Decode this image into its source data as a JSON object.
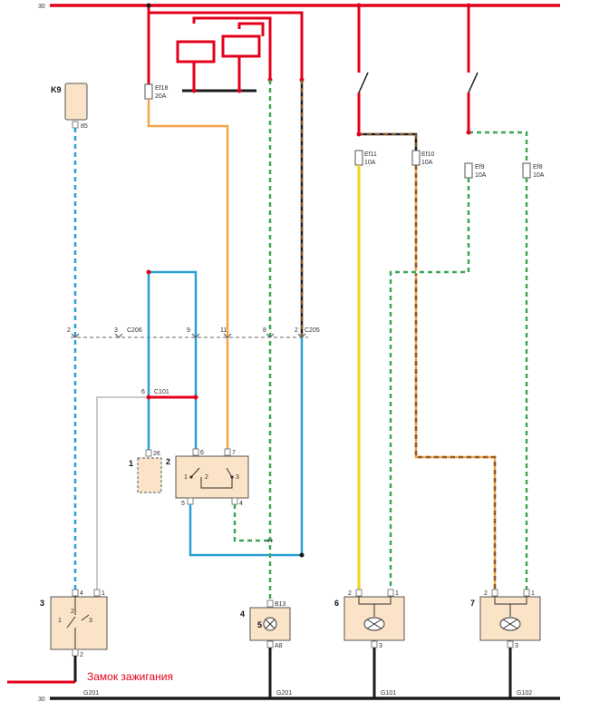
{
  "colors": {
    "red": "#e3001b",
    "black": "#1a1a1a",
    "orange": "#f5a34a",
    "green": "#3aa655",
    "blue": "#2a9fd6",
    "yellow": "#f2d21b",
    "brown": "#8b5a2b",
    "gray": "#b8b8b8",
    "box_fill": "#fbe3c8",
    "box_stroke": "#555555"
  },
  "rails": {
    "top": "30",
    "bottom": "30"
  },
  "relay_label": "K9",
  "relay_pin": "85",
  "fuses": {
    "ef18": {
      "name": "Ef18",
      "rating": "20A"
    },
    "ef11": {
      "name": "Ef11",
      "rating": "10A"
    },
    "ef10": {
      "name": "Ef10",
      "rating": "10A"
    },
    "ef9": {
      "name": "Ef9",
      "rating": "10A"
    },
    "ef8": {
      "name": "Ef8",
      "rating": "10A"
    }
  },
  "connectors": {
    "c206": {
      "name": "C206",
      "pins": [
        "2",
        "3"
      ]
    },
    "c205": {
      "name": "C205",
      "pins": [
        "9",
        "11",
        "8",
        "2"
      ]
    },
    "c101": {
      "name": "C101",
      "pin": "6"
    }
  },
  "components": {
    "c1": {
      "id": "1",
      "pin": "26"
    },
    "c2": {
      "id": "2",
      "pins_top": [
        "6",
        "7"
      ],
      "pins_inner": [
        "1",
        "2",
        "3"
      ],
      "pins_bottom": [
        "5",
        "4"
      ]
    },
    "c3": {
      "id": "3",
      "pins_top": [
        "4",
        "1"
      ],
      "pins_inner": [
        "2",
        "1",
        "3"
      ],
      "pin_bottom": "2"
    },
    "c4": {
      "id": "4",
      "inner": "5",
      "pin_top": "B13",
      "pin_bottom": "A8"
    },
    "c6": {
      "id": "6",
      "pins_top": [
        "2",
        "1"
      ],
      "pin_bottom": "3"
    },
    "c7": {
      "id": "7",
      "pins_top": [
        "2",
        "1"
      ],
      "pin_bottom": "3"
    }
  },
  "grounds": {
    "g201a": "G201",
    "g201b": "G201",
    "g101": "G101",
    "g102": "G102"
  },
  "ignition_note": "Замок зажигания"
}
